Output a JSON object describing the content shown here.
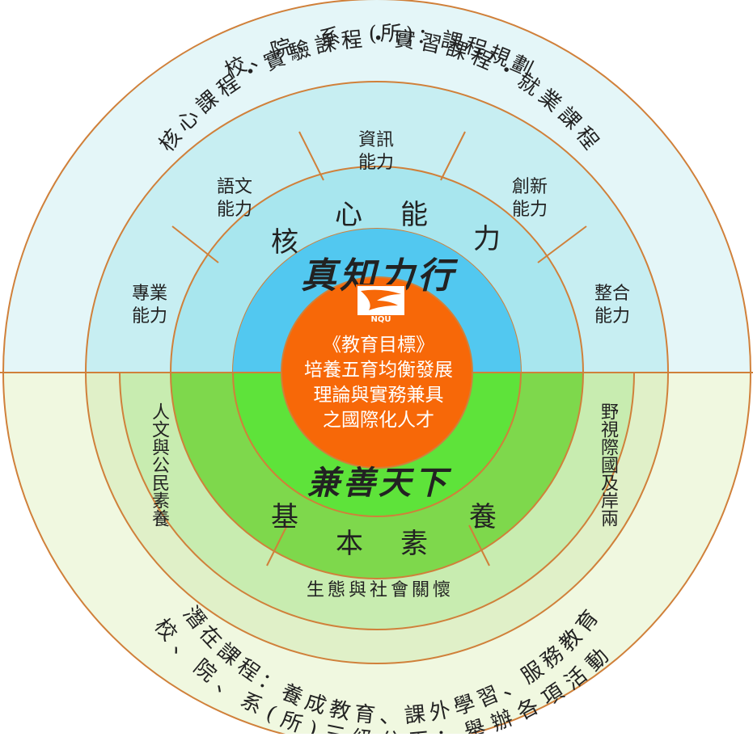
{
  "center": {
    "logo_text": "NQU",
    "lines": [
      "《教育目標》",
      "培養五育均衡發展",
      "理論與實務兼具",
      "之國際化人才"
    ]
  },
  "mottos": {
    "upper": "真知力行",
    "lower": "兼善天下"
  },
  "rings": {
    "core_competence": [
      "核",
      "心",
      "能",
      "力"
    ],
    "basic_literacy": [
      "基",
      "本",
      "素",
      "養"
    ]
  },
  "competencies": [
    "資訊\n能力",
    "創新\n能力",
    "整合\n能力",
    "專業\n能力",
    "語文\n能力"
  ],
  "literacies": [
    "人文與公民素養",
    "生態與社會關懷",
    "野視際國及岸兩"
  ],
  "curriculum": {
    "formal": "核心課程・實驗課程・實習課程・就業課程",
    "hidden": "潛在課程：養成教育、課外學習、服務教育"
  },
  "organization": {
    "planning": "校、院、系、(所)：課程規劃",
    "activities": "校、院、系(所)三級分工：舉辦各項活動"
  },
  "colors": {
    "upper_outer": "#e4f6f8",
    "upper_mid": "#c7eef2",
    "upper_inner": "#a8e6ee",
    "upper_core": "#a0e6f4",
    "upper_center": "#52c8f0",
    "lower_outer": "#f0f8e0",
    "lower_mid": "#e0f0c8",
    "lower_inner": "#c8ecb0",
    "lower_core": "#7ed84c",
    "lower_center": "#5ee33a",
    "center_disc": "#f76808",
    "line": "#d0803a"
  }
}
